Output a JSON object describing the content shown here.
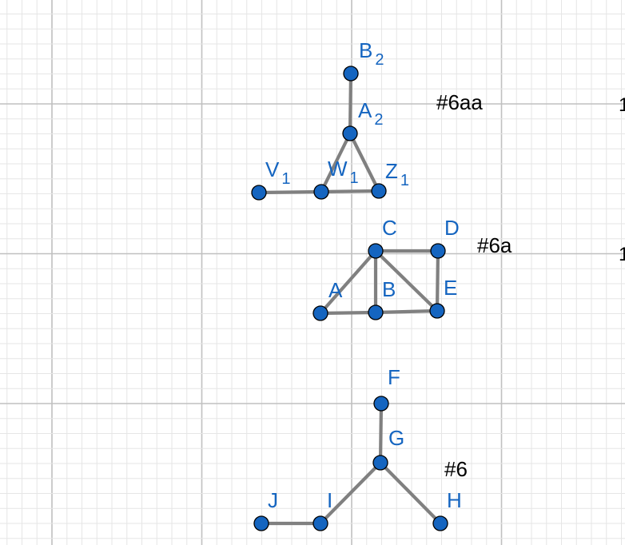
{
  "colors": {
    "background": "#ffffff",
    "minor_grid": "#e6e6e6",
    "major_grid": "#c0c0c0",
    "edge": "#808080",
    "point_fill": "#1565c0",
    "point_stroke": "#000000",
    "label": "#1565c0",
    "text": "#000000"
  },
  "graphs": [
    {
      "title": "#6aa",
      "points": [
        {
          "id": "B2",
          "name": "B",
          "sub": "2"
        },
        {
          "id": "A2",
          "name": "A",
          "sub": "2"
        },
        {
          "id": "V1",
          "name": "V",
          "sub": "1"
        },
        {
          "id": "W1",
          "name": "W",
          "sub": "1"
        },
        {
          "id": "Z1",
          "name": "Z",
          "sub": "1"
        }
      ],
      "edges": [
        [
          "B2",
          "A2"
        ],
        [
          "A2",
          "W1"
        ],
        [
          "A2",
          "Z1"
        ],
        [
          "V1",
          "W1"
        ],
        [
          "W1",
          "Z1"
        ]
      ]
    },
    {
      "title": "#6a",
      "points": [
        {
          "id": "C",
          "name": "C",
          "sub": ""
        },
        {
          "id": "D",
          "name": "D",
          "sub": ""
        },
        {
          "id": "A",
          "name": "A",
          "sub": ""
        },
        {
          "id": "B",
          "name": "B",
          "sub": ""
        },
        {
          "id": "E",
          "name": "E",
          "sub": ""
        }
      ],
      "edges": [
        [
          "C",
          "D"
        ],
        [
          "D",
          "E"
        ],
        [
          "C",
          "E"
        ],
        [
          "C",
          "B"
        ],
        [
          "C",
          "A"
        ],
        [
          "A",
          "B"
        ],
        [
          "B",
          "E"
        ]
      ]
    },
    {
      "title": "#6",
      "points": [
        {
          "id": "F",
          "name": "F",
          "sub": ""
        },
        {
          "id": "G",
          "name": "G",
          "sub": ""
        },
        {
          "id": "J",
          "name": "J",
          "sub": ""
        },
        {
          "id": "I",
          "name": "I",
          "sub": ""
        },
        {
          "id": "H",
          "name": "H",
          "sub": ""
        }
      ],
      "edges": [
        [
          "F",
          "G"
        ],
        [
          "G",
          "I"
        ],
        [
          "G",
          "H"
        ],
        [
          "J",
          "I"
        ]
      ]
    }
  ],
  "axis_ticks": [
    "1",
    "1"
  ]
}
